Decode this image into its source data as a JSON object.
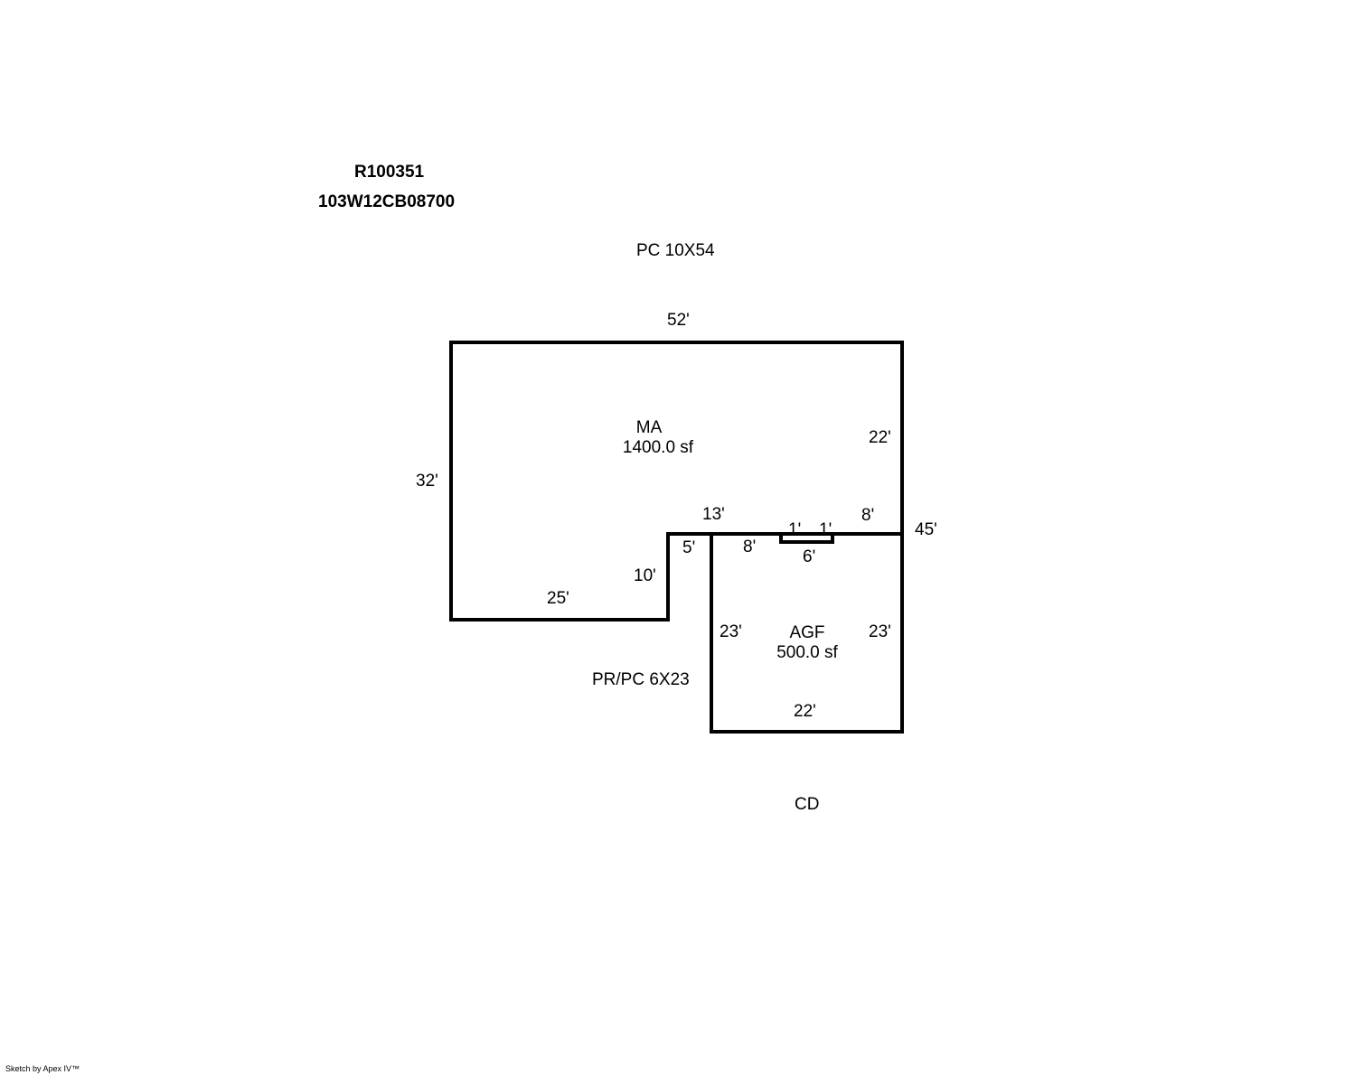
{
  "header": {
    "account": "R100351",
    "map_taxlot": "103W12CB08700"
  },
  "annotations": {
    "top_note": "PC 10X54",
    "side_note": "PR/PC 6X23",
    "bottom_note": "CD"
  },
  "areas": {
    "main": {
      "code": "MA",
      "size": "1400.0 sf"
    },
    "garage": {
      "code": "AGF",
      "size": "500.0 sf"
    }
  },
  "dimensions": {
    "top": "52'",
    "left": "32'",
    "right_upper": "22'",
    "right_total": "45'",
    "bottom_left": "25'",
    "step_down": "10'",
    "ledge": "13'",
    "porch_gap": "5'",
    "garage_top_left": "8'",
    "notch_left": "1'",
    "notch_right": "1'",
    "notch_bottom": "6'",
    "garage_top_right": "8'",
    "garage_left": "23'",
    "garage_right": "23'",
    "garage_bottom": "22'"
  },
  "footer": {
    "credit": "Sketch by Apex IV™"
  }
}
